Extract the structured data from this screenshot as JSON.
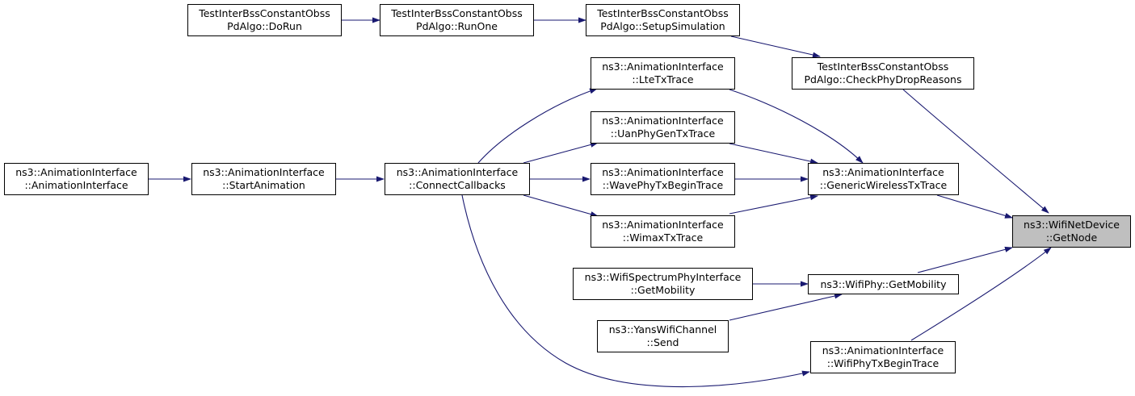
{
  "nodes": {
    "doRun": {
      "line1": "TestInterBssConstantObss",
      "line2": "PdAlgo::DoRun"
    },
    "runOne": {
      "line1": "TestInterBssConstantObss",
      "line2": "PdAlgo::RunOne"
    },
    "setupSimulation": {
      "line1": "TestInterBssConstantObss",
      "line2": "PdAlgo::SetupSimulation"
    },
    "checkPhyDropReasons": {
      "line1": "TestInterBssConstantObss",
      "line2": "PdAlgo::CheckPhyDropReasons"
    },
    "animationInterface": {
      "line1": "ns3::AnimationInterface",
      "line2": "::AnimationInterface"
    },
    "startAnimation": {
      "line1": "ns3::AnimationInterface",
      "line2": "::StartAnimation"
    },
    "connectCallbacks": {
      "line1": "ns3::AnimationInterface",
      "line2": "::ConnectCallbacks"
    },
    "lteTxTrace": {
      "line1": "ns3::AnimationInterface",
      "line2": "::LteTxTrace"
    },
    "uanPhyGenTxTrace": {
      "line1": "ns3::AnimationInterface",
      "line2": "::UanPhyGenTxTrace"
    },
    "wavePhyTxBeginTrace": {
      "line1": "ns3::AnimationInterface",
      "line2": "::WavePhyTxBeginTrace"
    },
    "wimaxTxTrace": {
      "line1": "ns3::AnimationInterface",
      "line2": "::WimaxTxTrace"
    },
    "genericWirelessTxTrace": {
      "line1": "ns3::AnimationInterface",
      "line2": "::GenericWirelessTxTrace"
    },
    "wifiSpectrumGetMobility": {
      "line1": "ns3::WifiSpectrumPhyInterface",
      "line2": "::GetMobility"
    },
    "yansSend": {
      "line1": "ns3::YansWifiChannel",
      "line2": "::Send"
    },
    "wifiPhyGetMobility": {
      "line1": "ns3::WifiPhy::GetMobility",
      "line2": ""
    },
    "wifiPhyTxBeginTrace": {
      "line1": "ns3::AnimationInterface",
      "line2": "::WifiPhyTxBeginTrace"
    },
    "getNode": {
      "line1": "ns3::WifiNetDevice",
      "line2": "::GetNode"
    }
  },
  "edges": [
    [
      "doRun",
      "runOne"
    ],
    [
      "runOne",
      "setupSimulation"
    ],
    [
      "setupSimulation",
      "checkPhyDropReasons"
    ],
    [
      "checkPhyDropReasons",
      "getNode"
    ],
    [
      "animationInterface",
      "startAnimation"
    ],
    [
      "startAnimation",
      "connectCallbacks"
    ],
    [
      "connectCallbacks",
      "lteTxTrace"
    ],
    [
      "connectCallbacks",
      "uanPhyGenTxTrace"
    ],
    [
      "connectCallbacks",
      "wavePhyTxBeginTrace"
    ],
    [
      "connectCallbacks",
      "wimaxTxTrace"
    ],
    [
      "connectCallbacks",
      "wifiPhyTxBeginTrace"
    ],
    [
      "lteTxTrace",
      "genericWirelessTxTrace"
    ],
    [
      "uanPhyGenTxTrace",
      "genericWirelessTxTrace"
    ],
    [
      "wavePhyTxBeginTrace",
      "genericWirelessTxTrace"
    ],
    [
      "wimaxTxTrace",
      "genericWirelessTxTrace"
    ],
    [
      "genericWirelessTxTrace",
      "getNode"
    ],
    [
      "wifiSpectrumGetMobility",
      "wifiPhyGetMobility"
    ],
    [
      "yansSend",
      "wifiPhyGetMobility"
    ],
    [
      "wifiPhyGetMobility",
      "getNode"
    ],
    [
      "wifiPhyTxBeginTrace",
      "getNode"
    ]
  ],
  "colors": {
    "edge": "#191970",
    "highlight_fill": "#bfbfbf"
  }
}
